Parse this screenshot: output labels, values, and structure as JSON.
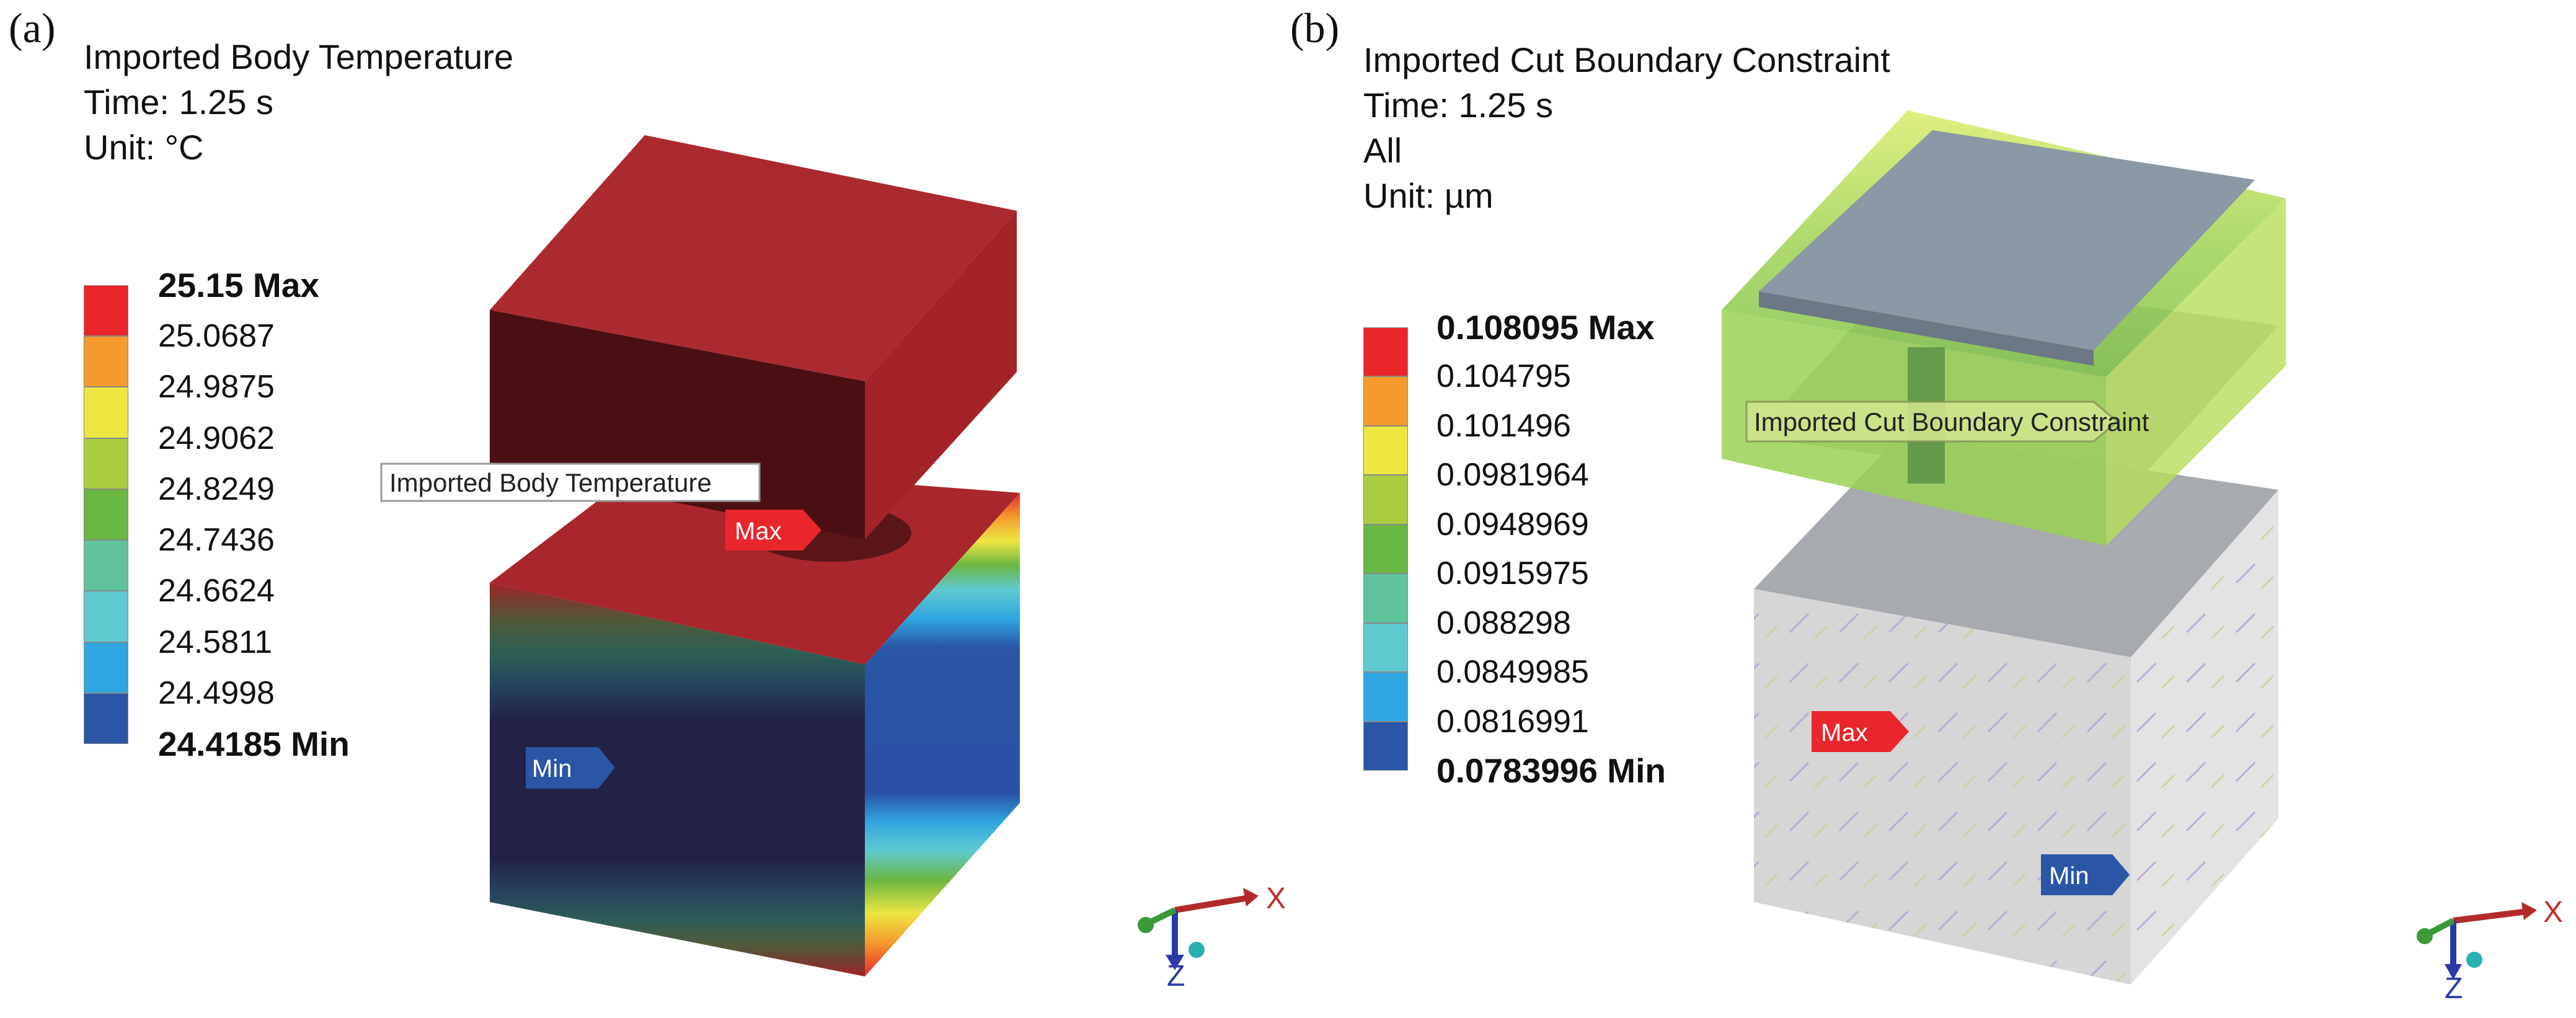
{
  "panel_a": {
    "letter": "(a)",
    "info": {
      "title": "Imported Body Temperature",
      "time": "Time: 1.25 s",
      "unit": "Unit: °C"
    },
    "legend": {
      "labels": [
        "25.15 Max",
        "25.0687",
        "24.9875",
        "24.9062",
        "24.8249",
        "24.7436",
        "24.6624",
        "24.5811",
        "24.4998",
        "24.4185 Min"
      ],
      "colors": [
        "#e8262c",
        "#f59a2c",
        "#ede641",
        "#a9cd3f",
        "#6ab743",
        "#61c39c",
        "#5fc9d0",
        "#30a6e1",
        "#2a56a5"
      ]
    },
    "callout": "Imported Body Temperature",
    "max_label": "Max",
    "min_label": "Min",
    "axis": {
      "x": "X",
      "z": "Z"
    }
  },
  "panel_b": {
    "letter": "(b)",
    "info": {
      "title": "Imported Cut Boundary Constraint",
      "time": "Time: 1.25 s",
      "scope": "All",
      "unit": "Unit: µm"
    },
    "legend": {
      "labels": [
        "0.108095 Max",
        "0.104795",
        "0.101496",
        "0.0981964",
        "0.0948969",
        "0.0915975",
        "0.088298",
        "0.0849985",
        "0.0816991",
        "0.0783996 Min"
      ],
      "colors": [
        "#e8262c",
        "#f59a2c",
        "#ede641",
        "#a9cd3f",
        "#6ab743",
        "#61c39c",
        "#5fc9d0",
        "#30a6e1",
        "#2a56a5"
      ]
    },
    "callout": "Imported Cut Boundary Constraint",
    "max_label": "Max",
    "min_label": "Min",
    "axis": {
      "x": "X",
      "z": "Z"
    }
  }
}
